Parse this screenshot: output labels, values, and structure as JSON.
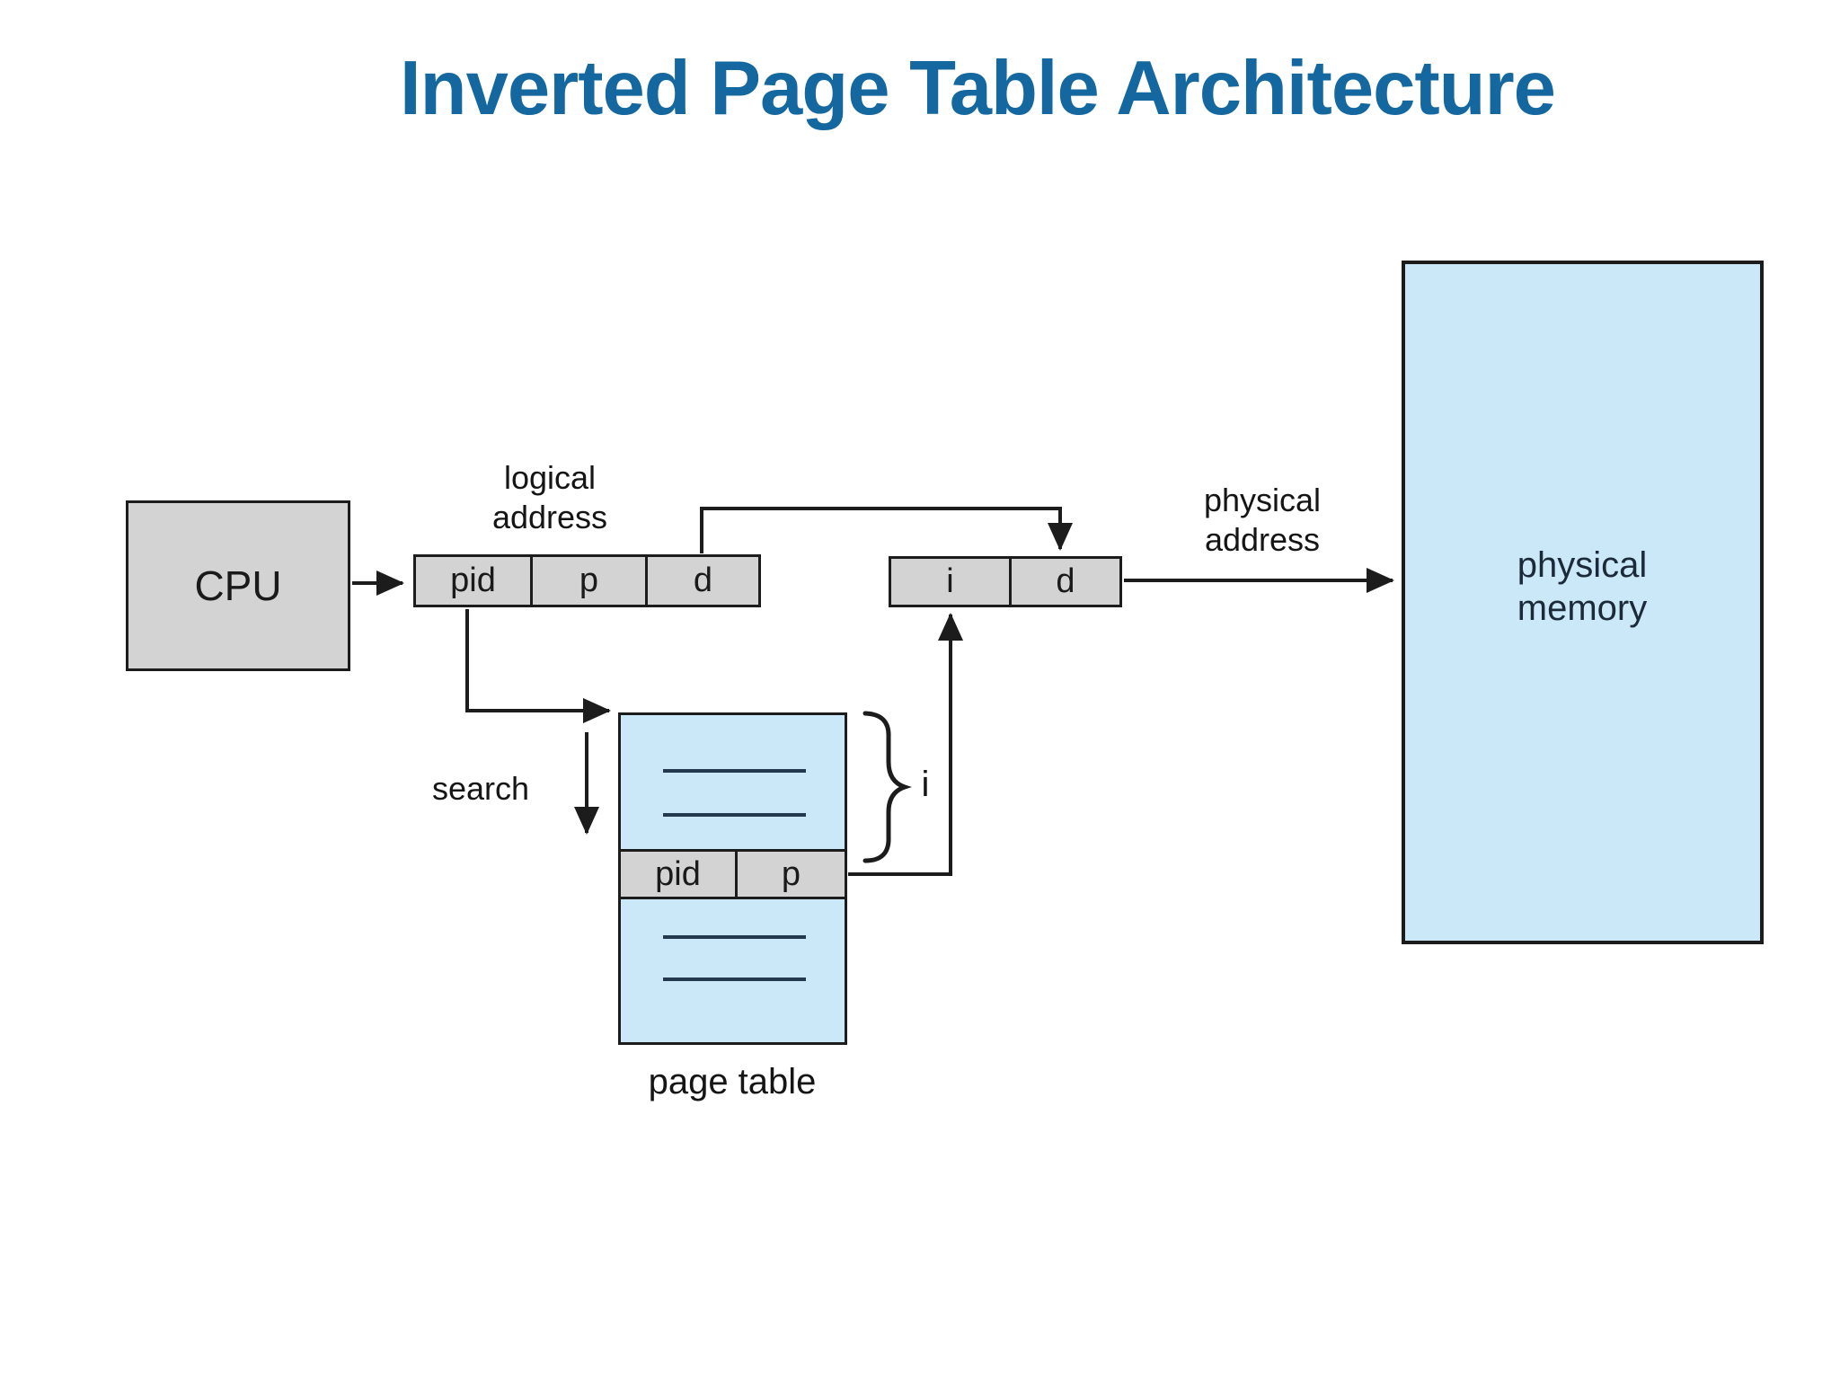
{
  "title": {
    "text": "Inverted Page Table Architecture"
  },
  "colors": {
    "title_blue": "#15689f",
    "box_gray": "#d3d3d3",
    "box_blue": "#cbe8f8",
    "line_dark": "#1c1c1c"
  },
  "cpu": {
    "label": "CPU"
  },
  "logical_address": {
    "caption": "logical address",
    "cells": [
      "pid",
      "p",
      "d"
    ]
  },
  "physical_address": {
    "caption": "physical address",
    "register_cells": [
      "i",
      "d"
    ]
  },
  "physical_memory": {
    "label": "physical memory"
  },
  "page_table": {
    "label": "page table",
    "search_label": "search",
    "index_label": "i",
    "entry_cells": [
      "pid",
      "p"
    ]
  }
}
